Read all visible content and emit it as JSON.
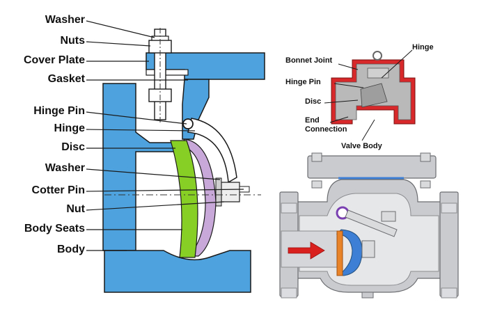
{
  "left_labels": {
    "washer_top": "Washer",
    "nuts": "Nuts",
    "cover_plate": "Cover Plate",
    "gasket": "Gasket",
    "hinge_pin": "Hinge Pin",
    "hinge": "Hinge",
    "disc": "Disc",
    "washer_mid": "Washer",
    "cotter_pin": "Cotter Pin",
    "nut": "Nut",
    "body_seats": "Body Seats",
    "body": "Body"
  },
  "cutaway_labels": {
    "bonnet_joint": "Bonnet Joint",
    "hinge": "Hinge",
    "hinge_pin": "Hinge Pin",
    "disc": "Disc",
    "end_connection_line1": "End",
    "end_connection_line2": "Connection",
    "valve_body": "Valve Body"
  },
  "colors": {
    "body_blue": "#4ea3df",
    "disc_green": "#88cf25",
    "seat_purple": "#c8a8d8",
    "flow_arrow": "#d9201e",
    "cutaway_red": "#d8282a",
    "steel_gray": "#c9cbce"
  }
}
